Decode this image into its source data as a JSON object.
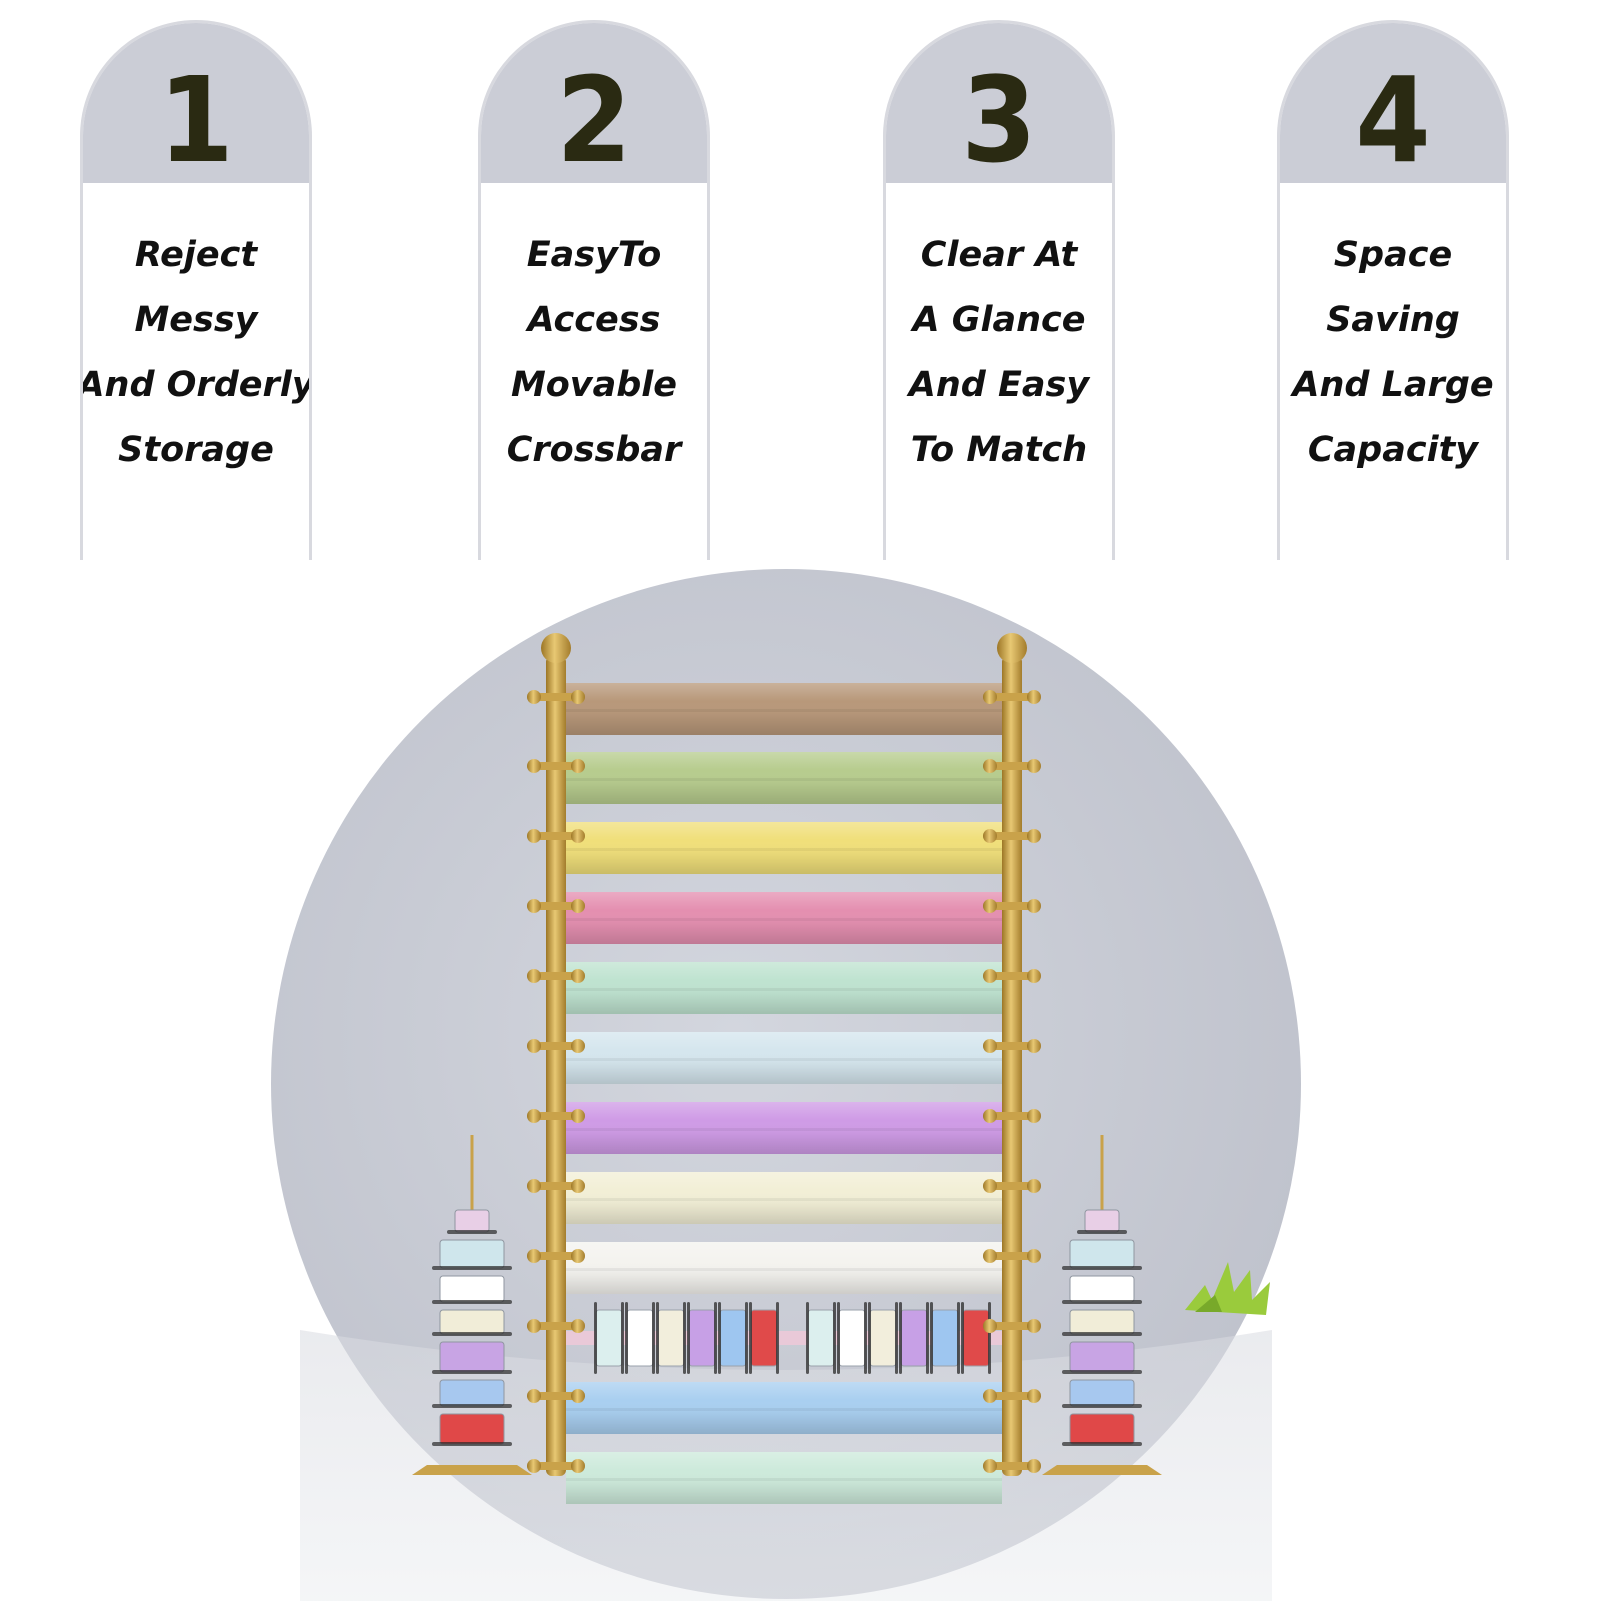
{
  "features": [
    {
      "number": "1",
      "lines": [
        "Reject",
        "Messy",
        "And Orderly",
        "Storage"
      ]
    },
    {
      "number": "2",
      "lines": [
        "EasyTo",
        "Access",
        "Movable",
        "Crossbar"
      ]
    },
    {
      "number": "3",
      "lines": [
        "Clear At",
        "A Glance",
        "And Easy",
        "To Match"
      ]
    },
    {
      "number": "4",
      "lines": [
        "Space",
        "Saving",
        "And Large",
        "Capacity"
      ]
    }
  ],
  "colors": {
    "card_header": "#cbcdd6",
    "card_border": "#d8d9df",
    "number_text": "#2a2a12",
    "backdrop_circle": "#c9ccd5",
    "rack_gold": "#c9a24a"
  },
  "product_image": {
    "subject": "wall-mounted-gift-wrap-rack",
    "paper_roll_colors": [
      "#b8987a",
      "#b7cc8e",
      "#f0df7a",
      "#e48fb0",
      "#bfe3d0",
      "#d5e6ee",
      "#cf9be6",
      "#f2efd6",
      "#f4f3ef",
      "#a9cff0",
      "#cdeadb"
    ],
    "ribbon_spool_colors": [
      "#dcefee",
      "#ffffff",
      "#f2eedc",
      "#c7a0e6",
      "#9ec6f0",
      "#e04a4a"
    ],
    "side_spool_colors": [
      "#e8cfe6",
      "#cfe6ec",
      "#ffffff",
      "#f1edd8",
      "#c8a4e4",
      "#a7c8ef",
      "#e04848"
    ]
  }
}
